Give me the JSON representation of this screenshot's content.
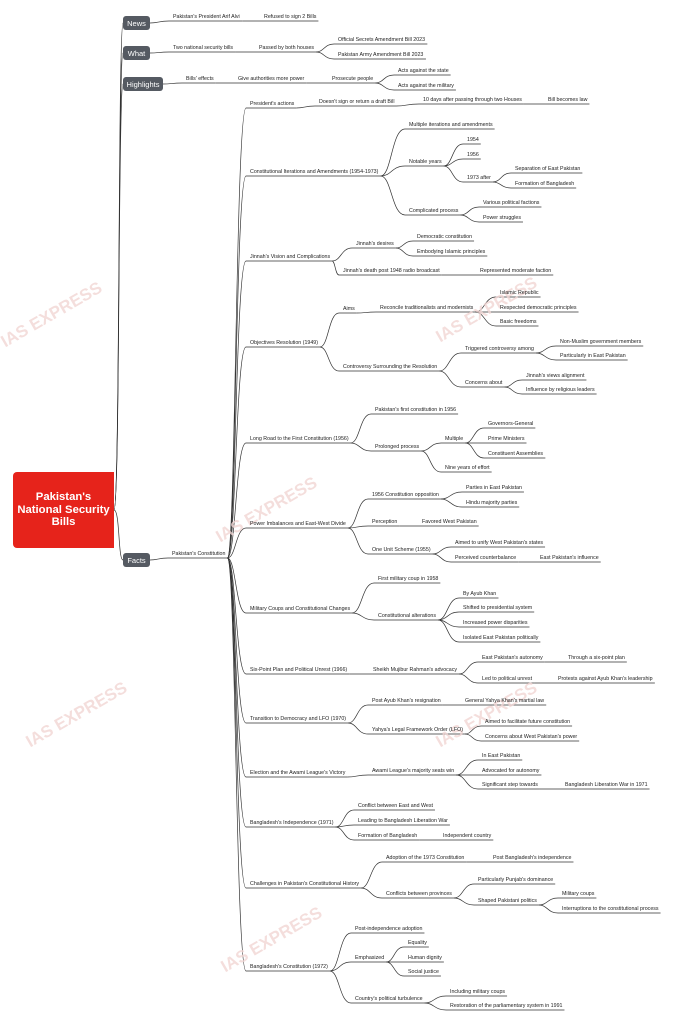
{
  "title": "Pakistan's National Security Bills",
  "watermark": "IAS EXPRESS",
  "colors": {
    "root": "#e6231b",
    "tag": "#555a62",
    "line": "#333333"
  },
  "tags": {
    "news": "News",
    "what": "What",
    "highlights": "Highlights",
    "facts": "Facts"
  },
  "nodes": {
    "n1": "Pakistan's President Arif Alvi",
    "n2": "Refused to sign 2 Bills",
    "w1": "Two national security bills",
    "w2": "Passed by both houses",
    "w3": "Official Secrets Amendment Bill 2023",
    "w4": "Pakistan Army Amendment Bill 2023",
    "h1": "Bills' effects",
    "h2": "Give authorities more power",
    "h3": "Prosecute people",
    "h4": "Acts against the state",
    "h5": "Acts against the military",
    "f0": "Pakistan's Constitution",
    "a1": "President's actions",
    "a2": "Doesn't sign or return a draft Bill",
    "a3": "10 days after passing through two Houses",
    "a4": "Bill becomes law",
    "b1": "Constitutional Iterations and Amendments (1954-1973)",
    "b2": "Multiple iterations and amendments",
    "b3": "Notable years",
    "b4": "1954",
    "b5": "1956",
    "b6": "1973 after",
    "b7": "Separation of East Pakistan",
    "b8": "Formation of Bangladesh",
    "b9": "Complicated process",
    "b10": "Various political factions",
    "b11": "Power struggles",
    "c1": "Jinnah's Vision and Complications",
    "c2": "Jinnah's desires",
    "c3": "Democratic constitution",
    "c4": "Embodying Islamic principles",
    "c5": "Jinnah's death post 1948 radio broadcast",
    "c6": "Represented moderate faction",
    "d1": "Objectives Resolution (1949)",
    "d2": "Aims",
    "d3": "Reconcile traditionalists and modernists",
    "d4": "Islamic Republic",
    "d5": "Respected democratic principles",
    "d6": "Basic freedoms",
    "d7": "Controversy Surrounding the Resolution",
    "d8": "Triggered controversy among",
    "d9": "Non-Muslim government members",
    "d10": "Particularly in East Pakistan",
    "d11": "Concerns about",
    "d12": "Jinnah's views alignment",
    "d13": "Influence by religious leaders",
    "e1": "Long Road to the First Constitution (1956)",
    "e2": "Pakistan's first constitution in 1956",
    "e3": "Prolonged process",
    "e4": "Multiple",
    "e5": "Governors-General",
    "e6": "Prime Ministers",
    "e7": "Constituent Assemblies",
    "e8": "Nine years of effort",
    "g1": "Power Imbalances and East-West Divide",
    "g2": "1956 Constitution opposition",
    "g3": "Parties in East Pakistan",
    "g4": "Hindu majority parties",
    "g5": "Perception",
    "g6": "Favored West Pakistan",
    "g7": "One Unit Scheme (1955)",
    "g8": "Aimed to unify West Pakistan's states",
    "g9": "Perceived counterbalance",
    "g10": "East Pakistan's influence",
    "i1": "Military Coups and Constitutional Changes",
    "i2": "First military coup in 1958",
    "i3": "Constitutional alterations",
    "i4": "By Ayub Khan",
    "i5": "Shifted to presidential system",
    "i6": "Increased power disparities",
    "i7": "Isolated East Pakistan politically",
    "j1": "Six-Point Plan and Political Unrest (1966)",
    "j2": "Sheikh Mujibur Rahman's advocacy",
    "j3": "East Pakistan's autonomy",
    "j4": "Through a six-point plan",
    "j5": "Led to political unrest",
    "j6": "Protests against Ayub Khan's leadership",
    "k1": "Transition to Democracy and LFO (1970)",
    "k2": "Post Ayub Khan's resignation",
    "k3": "General Yahya Khan's martial law",
    "k4": "Yahya's Legal Framework Order (LFO)",
    "k5": "Aimed to facilitate future constitution",
    "k6": "Concerns about West Pakistan's power",
    "l1": "Election and the Awami League's Victory",
    "l2": "Awami League's majority seats win",
    "l3": "In East Pakistan",
    "l4": "Advocated for autonomy",
    "l5": "Significant step towards",
    "l6": "Bangladesh Liberation War in 1971",
    "m1": "Bangladesh's Independence (1971)",
    "m2": "Conflict between East and West",
    "m3": "Leading to Bangladesh Liberation War",
    "m4": "Formation of Bangladesh",
    "m5": "Independent country",
    "o1": "Challenges in Pakistan's Constitutional History",
    "o2": "Adoption of the 1973 Constitution",
    "o3": "Post Bangladesh's independence",
    "o4": "Conflicts between provinces",
    "o5": "Particularly Punjab's dominance",
    "o6": "Shaped Pakistani politics",
    "o7": "Military coups",
    "o8": "Interruptions to the constitutional process",
    "p1": "Bangladesh's Constitution (1972)",
    "p2": "Post-independence adoption",
    "p3": "Emphasized",
    "p4": "Equality",
    "p5": "Human dignity",
    "p6": "Social justice",
    "p7": "Country's political turbulence",
    "p8": "Including military coups",
    "p9": "Restoration of the parliamentary system in 1991"
  }
}
